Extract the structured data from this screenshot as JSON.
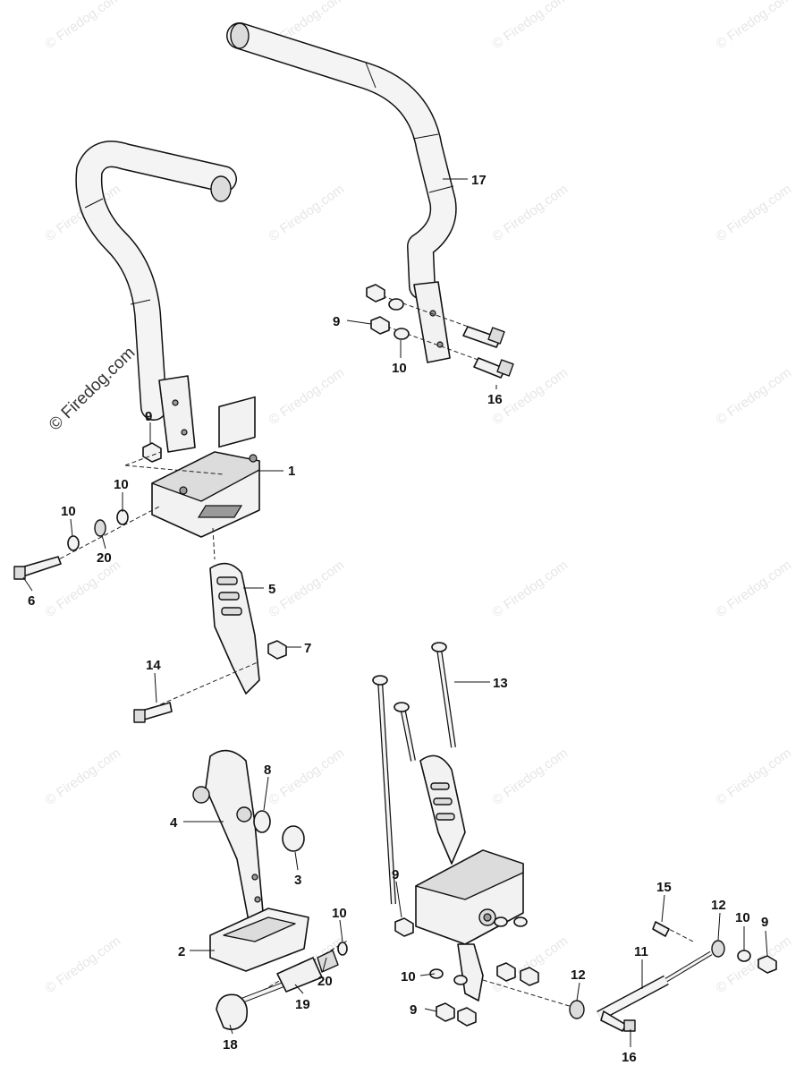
{
  "credit": "© Firedog.com",
  "watermark": "© Firedog.com",
  "callouts": [
    "17",
    "9",
    "10",
    "16",
    "9",
    "1",
    "10",
    "10",
    "20",
    "6",
    "5",
    "7",
    "14",
    "13",
    "8",
    "4",
    "3",
    "9",
    "2",
    "10",
    "20",
    "19",
    "18",
    "10",
    "9",
    "15",
    "12",
    "10",
    "9",
    "11",
    "12",
    "16"
  ]
}
